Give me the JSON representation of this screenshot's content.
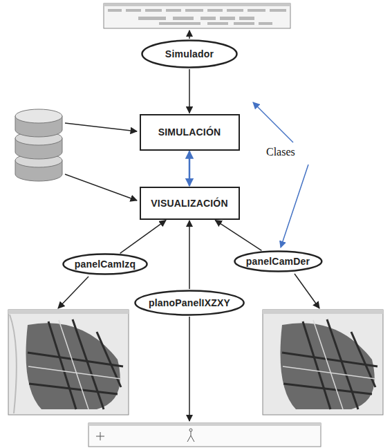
{
  "diagram": {
    "nodes": [
      {
        "text": [
          "Simulador"
        ]
      },
      {
        "text": [
          "SIMULACIÓN"
        ]
      },
      {
        "text": [
          "VISUALIZACIÓN"
        ]
      },
      {
        "text": [
          "panelCamIzq"
        ]
      },
      {
        "text": [
          "panelCamDer"
        ]
      },
      {
        "text": [
          "planoPanelIXZXY"
        ]
      }
    ],
    "edges": [
      {
        "from": 0,
        "to": 1,
        "arrow": "to"
      },
      {
        "from": 1,
        "to": 2,
        "arrow": "both"
      },
      {
        "from": 3,
        "to": 2,
        "arrow": "to"
      },
      {
        "from": 4,
        "to": 2,
        "arrow": "to"
      },
      {
        "from": 5,
        "to": 2,
        "arrow": "to"
      }
    ],
    "labels": [
      "Clases"
    ]
  }
}
